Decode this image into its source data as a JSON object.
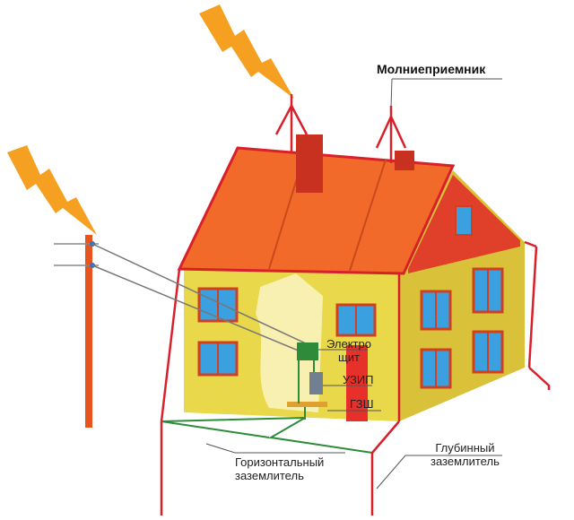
{
  "labels": {
    "air_terminal": "Молниеприемник",
    "panel_line1": "Электро",
    "panel_line2": "щит",
    "spd": "УЗИП",
    "main_ground_bus": "ГЗШ",
    "horizontal_line1": "Горизонтальный",
    "horizontal_line2": "заземлитель",
    "deep_line1": "Глубинный",
    "deep_line2": "заземлитель"
  },
  "colors": {
    "wall": "#e8d84a",
    "roof": "#f26a2a",
    "conductor": "#d8202a",
    "ground": "#2e8b3a",
    "window": "#3aa0e0",
    "bolt": "#f5a020"
  }
}
